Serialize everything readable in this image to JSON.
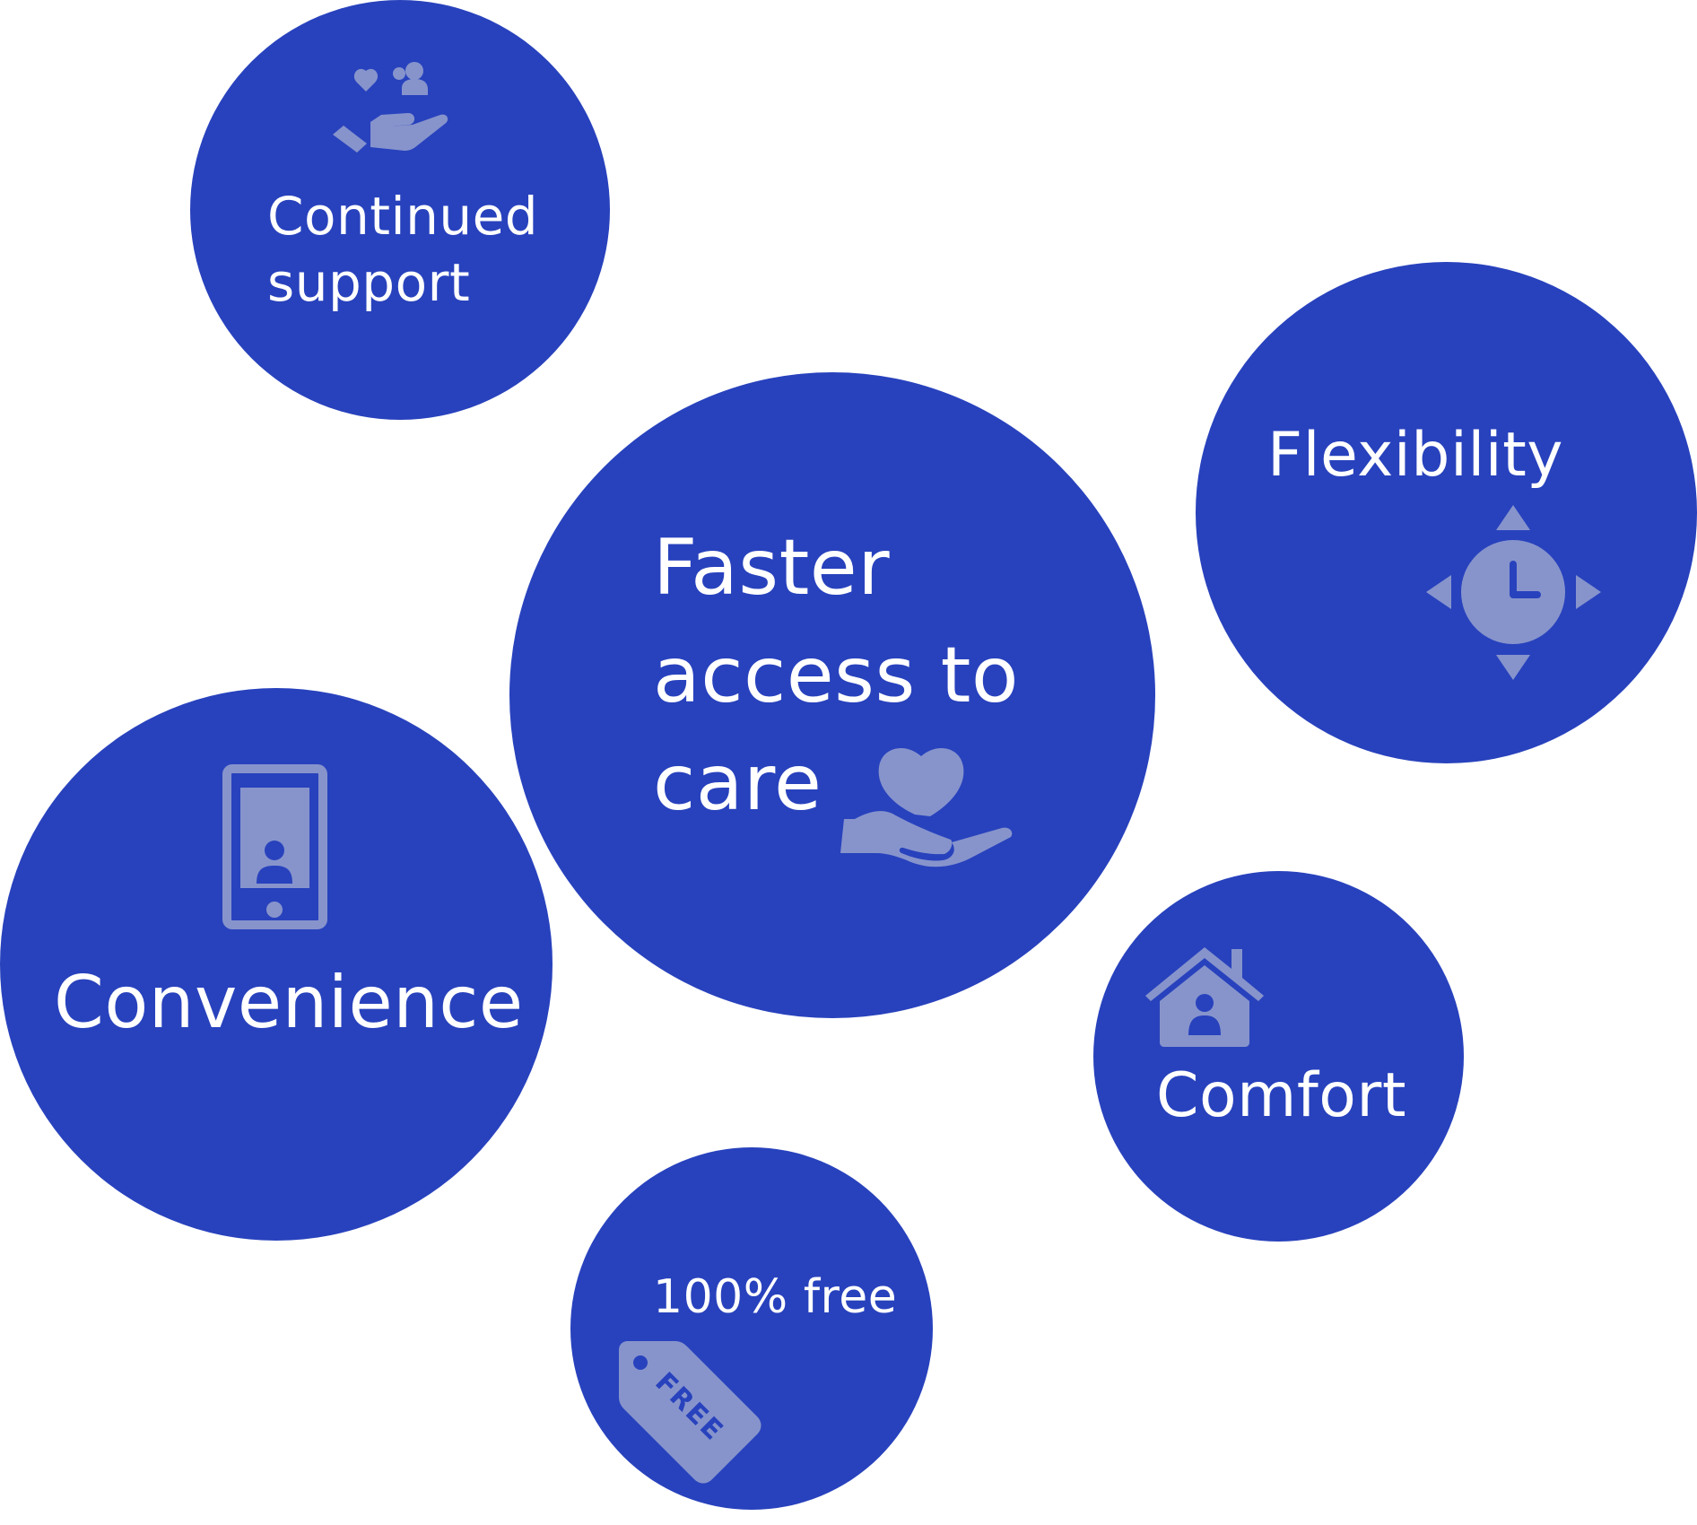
{
  "colors": {
    "bubble": "#2842bd",
    "icon": "#8794cc",
    "text": "#ffffff"
  },
  "bubbles": {
    "continued_support": {
      "line1": "Continued",
      "line2": "support",
      "icon": "hand-with-heart-and-person-icon"
    },
    "flexibility": {
      "label": "Flexibility",
      "icon": "clock-with-arrows-icon"
    },
    "faster_access": {
      "line1": "Faster",
      "line2": "access to",
      "line3": "care",
      "icon": "hand-holding-heart-icon"
    },
    "convenience": {
      "label": "Convenience",
      "icon": "smartphone-video-call-icon"
    },
    "comfort": {
      "label": "Comfort",
      "icon": "house-with-person-icon"
    },
    "free": {
      "label": "100% free",
      "tag_text": "FREE",
      "icon": "free-price-tag-icon"
    }
  }
}
